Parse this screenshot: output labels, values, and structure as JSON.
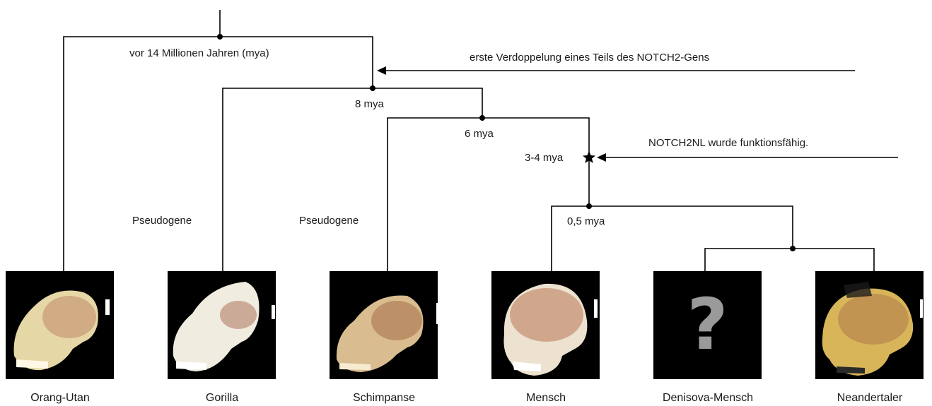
{
  "time_labels": {
    "root": "vor 14 Millionen Jahren (mya)",
    "gorilla_split": "8 mya",
    "chimp_split": "6 mya",
    "functional": "3-4 mya",
    "human_split": "0,5 mya"
  },
  "annotations": {
    "duplication": "erste Verdoppelung eines Teils des NOTCH2-Gens",
    "functional": "NOTCH2NL wurde funktionsfähig."
  },
  "pseudogene_labels": [
    "Pseudogene",
    "Pseudogene"
  ],
  "species": [
    {
      "name": "Orang-Utan",
      "icon": "orangutan-skull"
    },
    {
      "name": "Gorilla",
      "icon": "gorilla-skull"
    },
    {
      "name": "Schimpanse",
      "icon": "chimpanzee-skull"
    },
    {
      "name": "Mensch",
      "icon": "human-skull"
    },
    {
      "name": "Denisova-Mensch",
      "icon": "question-mark",
      "symbol": "?"
    },
    {
      "name": "Neandertaler",
      "icon": "neanderthal-skull"
    }
  ],
  "colors": {
    "line": "#000000",
    "panel_bg": "#000000",
    "skull": "#e8dcb4",
    "brain": "#c79a76",
    "question": "#9a9a9a"
  }
}
